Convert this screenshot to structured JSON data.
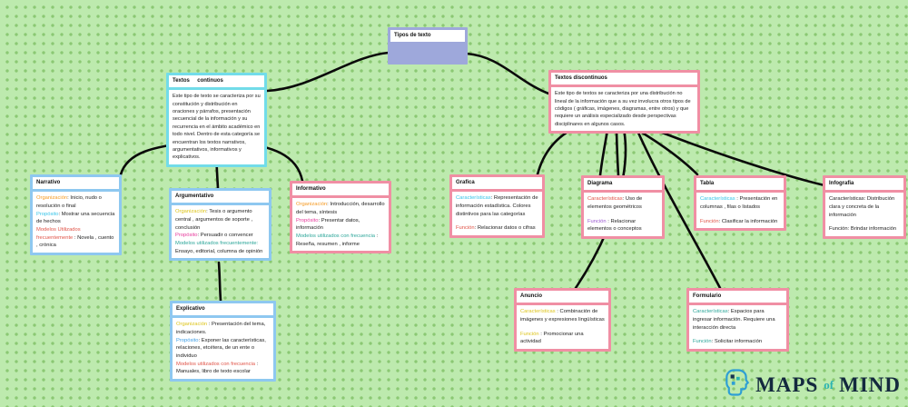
{
  "palette": {
    "orange": "#f59a23",
    "yellow": "#ddc41a",
    "cyan": "#35c4e8",
    "magenta": "#e6399b",
    "red": "#e05347",
    "teal": "#2aa598",
    "blue": "#3d9de6",
    "purple": "#9b59d0",
    "black": "#222222"
  },
  "root": {
    "title": "Tipos de texto"
  },
  "nodes": {
    "continuos": {
      "title": "Textos     continuos",
      "body": "Este tipo de texto se caracteriza por su constitución y distribución en oraciones y párrafos, presentación secuencial de la información y su recurrencia en el ámbito académico en todo nivel. Dentro de esta categoría se encuentran los textos narrativos, argumentativos, informativos y explicativos."
    },
    "discontinuos": {
      "title": "Textos discontinuos",
      "body": "Este tipo de textos se caracteriza por una distribución no lineal de la información que a su vez involucra otros tipos de códigos ( gráficas, imágenes, diagramas, entre otros) y que requiere un análisis especializado desde perspectivas disciplinares en algunos casos."
    },
    "narrativo": {
      "title": "Narrativo",
      "lines": [
        {
          "label": "Organización",
          "color": "orange",
          "text": ": Inicio, nudo o resolución o final"
        },
        {
          "label": "Propósito",
          "color": "cyan",
          "text": ": Mostrar una secuencia de hechos"
        },
        {
          "label": "Modelos Utilizados frecuentemente",
          "color": "red",
          "text": " : Novela , cuento , crónica"
        }
      ]
    },
    "argumentativo": {
      "title": "Argumentativo",
      "lines": [
        {
          "label": "Organización",
          "color": "yellow",
          "text": ": Tesis o argumento central , argumentos de soporte , conclusión"
        },
        {
          "label": "Propósito",
          "color": "magenta",
          "text": ": Persuadir o convencer"
        },
        {
          "label": "Modelos utilizados frecuentemente:",
          "color": "teal",
          "text": " Ensayo, editorial, columna de opinión"
        }
      ]
    },
    "informativo": {
      "title": "Informativo",
      "lines": [
        {
          "label": "Organización",
          "color": "orange",
          "text": ": Introducción, desarrollo del tema, síntesis"
        },
        {
          "label": "Propósito",
          "color": "magenta",
          "text": ": Presentar datos, información"
        },
        {
          "label": "Modelos utilizados con frecuencia",
          "color": "teal",
          "text": " : Reseña, resumen , informe"
        }
      ]
    },
    "explicativo": {
      "title": "Explicativo",
      "lines": [
        {
          "label": "Organización",
          "color": "yellow",
          "text": " : Presentación del tema, indicaciones."
        },
        {
          "label": "Propósito",
          "color": "blue",
          "text": ": Exponer las características, relaciones, etcétera, de un ente o individuo"
        },
        {
          "label": "Modelos utilizados con frecuencia",
          "color": "red",
          "text": " : Manuales, libro de texto escolar"
        }
      ]
    },
    "grafica": {
      "title": "Grafica",
      "lines": [
        {
          "label": "Características",
          "color": "cyan",
          "text": ": Representación de información estadística. Colores distintivos para las categorías"
        },
        {
          "label": "Función",
          "color": "red",
          "text": ": Relacionar datos o cifras",
          "gap": true
        }
      ]
    },
    "diagrama": {
      "title": "Diagrama",
      "lines": [
        {
          "label": "Características",
          "color": "red",
          "text": ": Uso de elementos geométricos"
        },
        {
          "label": "Función",
          "color": "purple",
          "text": " : Relacionar elementos o conceptos",
          "gap": true
        }
      ]
    },
    "tabla": {
      "title": "Tabla",
      "lines": [
        {
          "label": "Características",
          "color": "cyan",
          "text": " : Presentación en columnas , filas o listados"
        },
        {
          "label": "Función",
          "color": "red",
          "text": ":  Clasificar la información",
          "gap": true
        }
      ]
    },
    "infografia": {
      "title": "Infografia",
      "lines": [
        {
          "label": "Características",
          "color": "black",
          "text": ": Distribución clara y concreta de la información"
        },
        {
          "label": "Función",
          "color": "black",
          "text": ": Brindar información",
          "gap": true
        }
      ]
    },
    "anuncio": {
      "title": "Anuncio",
      "lines": [
        {
          "label": "Características",
          "color": "yellow",
          "text": " : Combinación de imágenes y expresiones lingüísticas"
        },
        {
          "label": "Función",
          "color": "yellow",
          "text": " : Promocionar una actividad",
          "gap": true
        }
      ]
    },
    "formulario": {
      "title": "Formulario",
      "lines": [
        {
          "label": "Características",
          "color": "teal",
          "text": ": Espacios para ingresar información. Requiere una interacción directa"
        },
        {
          "label": "Función",
          "color": "teal",
          "text": ": Solicitar información",
          "gap": true
        }
      ]
    }
  },
  "logo": {
    "maps": "MAPS",
    "of": "of",
    "mind": "MIND"
  }
}
